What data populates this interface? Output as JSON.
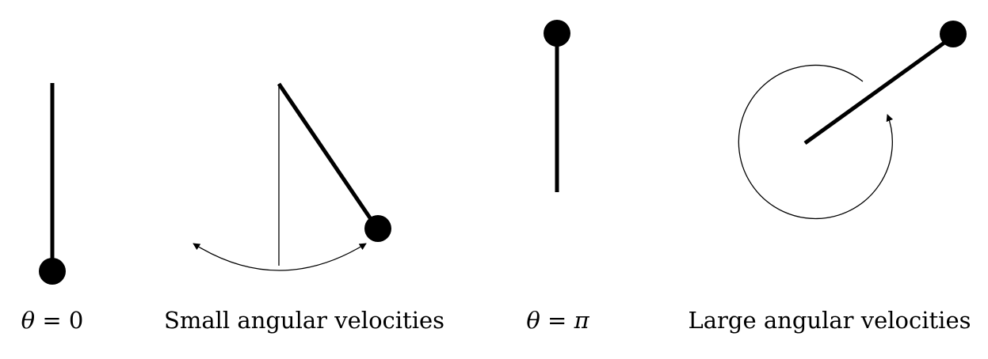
{
  "panels": [
    {
      "id": "rest",
      "caption_math": "θ",
      "caption_eq": " = ",
      "caption_value": "0"
    },
    {
      "id": "small",
      "caption_text": "Small angular velocities"
    },
    {
      "id": "inverted",
      "caption_math": "θ",
      "caption_eq": " = ",
      "caption_value": "π"
    },
    {
      "id": "large",
      "caption_text": "Large angular velocities"
    }
  ],
  "colors": {
    "ink": "#000000",
    "background": "#ffffff"
  }
}
